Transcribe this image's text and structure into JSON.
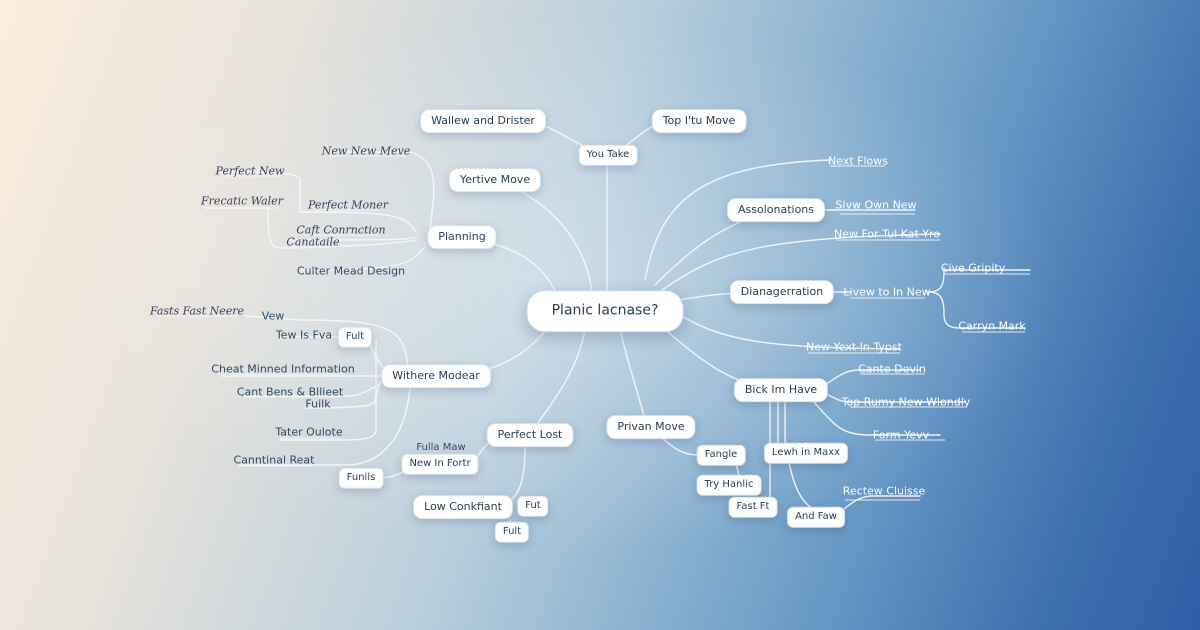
{
  "root": "Planic lacnase?",
  "nodes": {
    "wallow": "Wallew and Drister",
    "you_take": "You Take",
    "top_move": "Top I'tu Move",
    "vertive": "Yertive Move",
    "planning": "Planning",
    "withere": "Withere Modear",
    "perfect_lost": "Perfect Lost",
    "privan": "Privan Move",
    "bick": "Bick Im Have",
    "diana": "Dianagerration",
    "assol": "Assolonations",
    "fult_small": "Fult",
    "new_in_fortr": "New In Fortr",
    "funils": "Funils",
    "low_conk": "Low Conkfiant",
    "fut": "Fut",
    "fult2": "Fult",
    "fangle": "Fangle",
    "try_hanlic": "Try Hanlic",
    "fast_ft": "Fast Ft",
    "lewh": "Lewh in Maxx",
    "and_faw": "And Faw"
  },
  "labels": {
    "new_new_meve": "New New Meve",
    "perfect_new": "Perfect New",
    "frecatic": "Frecatic Waler",
    "perfect_moner": "Perfect Moner",
    "caft": "Caft Conrnction",
    "canataile": "Canataile",
    "culter": "Culter Mead Design",
    "fasts": "Fasts Fast Neere",
    "vew": "Vew",
    "tew": "Tew Is Fva",
    "cheat": "Cheat Minned Information",
    "cant": "Cant Bens & Bllieet",
    "fuilk": "Fuilk",
    "tater": "Tater Oulote",
    "canntinal": "Canntinal Reat",
    "fulla_maw": "Fulla Maw",
    "next_flows": "Next Flows",
    "slvw": "Slvw Own New",
    "new_for": "New For Tul Kat Yro",
    "livew": "Livew to In New",
    "cive": "Cive Gripity",
    "carryn": "Carryn Mark",
    "new_yext": "New Yext In Typst",
    "cante": "Cante Devin",
    "top_rumy": "Top Rumy New Wlondly",
    "form_yevv": "Form Yevv",
    "rectew": "Rectew Cluisse"
  },
  "colors": {
    "line_left": "#f4f7fb",
    "line_right": "#ffffff",
    "node_bg": "#ffffff",
    "node_text": "#2b3e55"
  }
}
